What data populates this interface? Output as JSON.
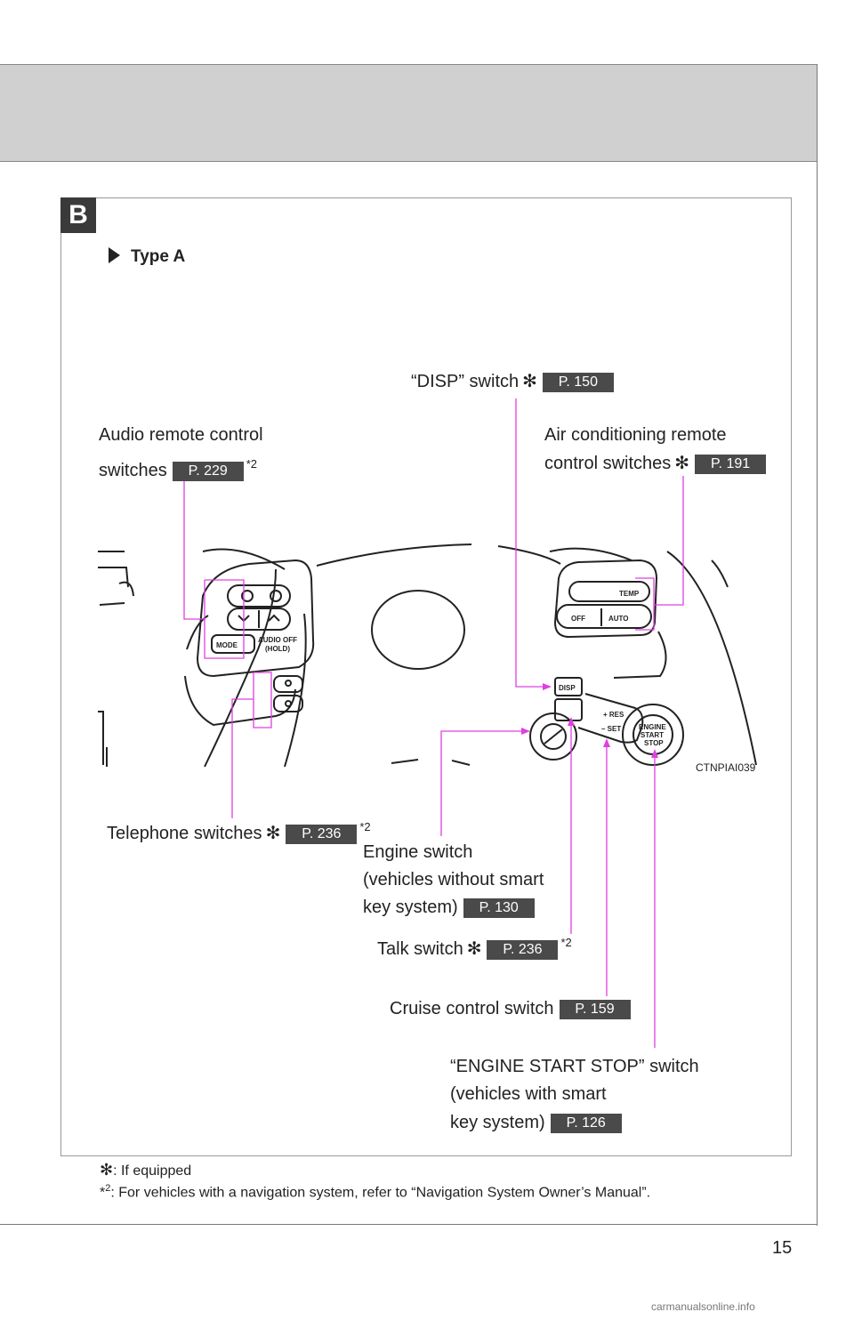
{
  "page": {
    "section_tab": "B",
    "type_label": "Type A",
    "page_number": "15",
    "watermark": "carmanualsonline.info",
    "diagram_code": "CTNPIAI039"
  },
  "callouts": {
    "disp": {
      "text": "“DISP” switch",
      "ref": "P. 150"
    },
    "audio_line1": "Audio remote control",
    "audio_line2": "switches",
    "audio_ref": "P. 229",
    "air_line1": "Air conditioning remote",
    "air_line2": "control switches",
    "air_ref": "P. 191",
    "telephone": {
      "text": "Telephone switches",
      "ref": "P. 236"
    },
    "engine_line1": "Engine switch",
    "engine_line2": "(vehicles without smart",
    "engine_line3": "key system)",
    "engine_ref": "P. 130",
    "talk": {
      "text": "Talk switch",
      "ref": "P. 236"
    },
    "cruise": {
      "text": "Cruise control switch",
      "ref": "P. 159"
    },
    "ess_line1": "“ENGINE START STOP” switch",
    "ess_line2": "(vehicles with smart",
    "ess_line3": "key system)",
    "ess_ref": "P. 126"
  },
  "footnotes": {
    "equipped": ": If equipped",
    "nav": ": For vehicles with a navigation system, refer to “Navigation System Owner’s Manual”.",
    "mark_2": "2",
    "asterisk": "*",
    "star": "✻"
  },
  "diagram": {
    "mode": "MODE",
    "audio_off": "AUDIO OFF",
    "hold": "(HOLD)",
    "disp": "DISP",
    "temp": "TEMP",
    "off": "OFF",
    "auto": "AUTO",
    "res": "+ RES",
    "set": "– SET",
    "engine": "ENGINE",
    "start": "START",
    "stop": "STOP"
  },
  "colors": {
    "callout_line": "#e040e0",
    "ref_box": "#4a4a4a"
  }
}
